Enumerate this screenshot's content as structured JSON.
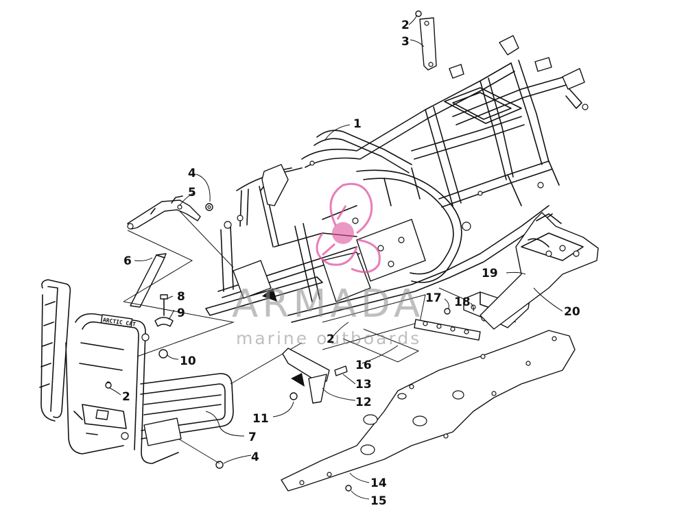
{
  "watermark": {
    "title": "ARMADA",
    "subtitle": "marine outboards",
    "logo_color": "#e0539f",
    "text_color": "#8a8a8a"
  },
  "badge_text": "ARCTIC CAT",
  "callouts": [
    {
      "id": "c1",
      "label": "1"
    },
    {
      "id": "c2a",
      "label": "2"
    },
    {
      "id": "c3",
      "label": "3"
    },
    {
      "id": "c4a",
      "label": "4"
    },
    {
      "id": "c5",
      "label": "5"
    },
    {
      "id": "c6",
      "label": "6"
    },
    {
      "id": "c8",
      "label": "8"
    },
    {
      "id": "c9",
      "label": "9"
    },
    {
      "id": "c10",
      "label": "10"
    },
    {
      "id": "c2b",
      "label": "2"
    },
    {
      "id": "c2c",
      "label": "2"
    },
    {
      "id": "c7",
      "label": "7"
    },
    {
      "id": "c4b",
      "label": "4"
    },
    {
      "id": "c11",
      "label": "11"
    },
    {
      "id": "c12",
      "label": "12"
    },
    {
      "id": "c13",
      "label": "13"
    },
    {
      "id": "c16",
      "label": "16"
    },
    {
      "id": "c17",
      "label": "17"
    },
    {
      "id": "c18",
      "label": "18"
    },
    {
      "id": "c19",
      "label": "19"
    },
    {
      "id": "c20",
      "label": "20"
    },
    {
      "id": "c14",
      "label": "14"
    },
    {
      "id": "c15",
      "label": "15"
    }
  ]
}
